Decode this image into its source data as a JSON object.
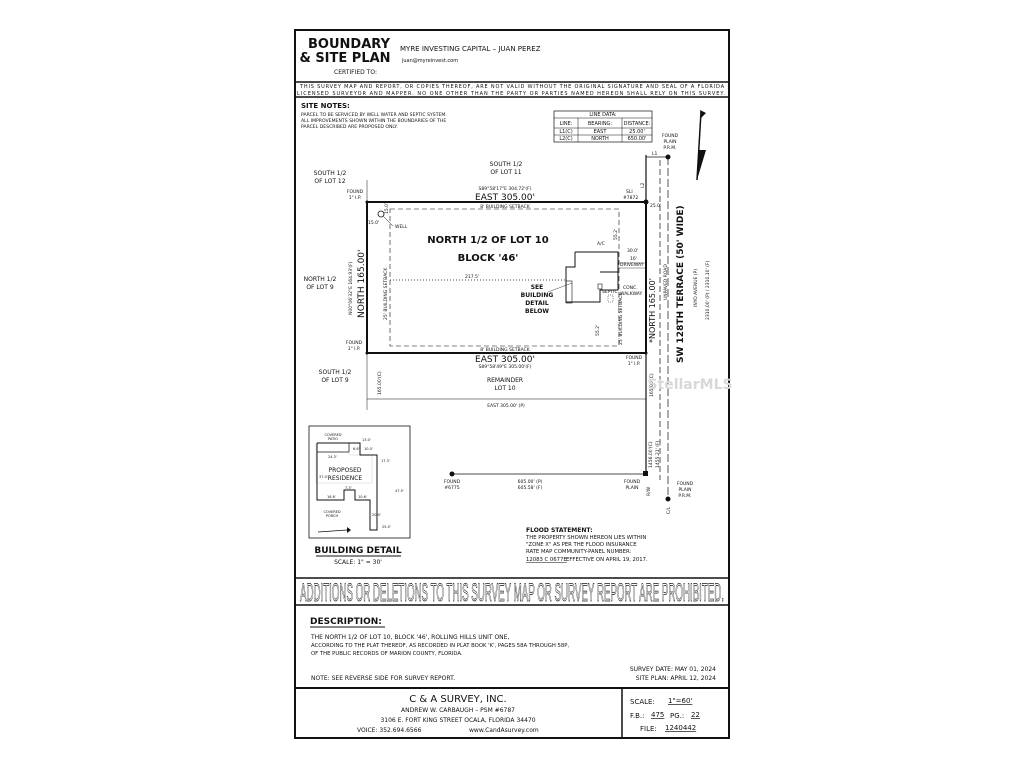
{
  "header": {
    "title_line1": "BOUNDARY",
    "title_line2": "& SITE PLAN",
    "certified_to_label": "CERTIFIED TO:",
    "client": "MYRE INVESTING CAPITAL – JUAN PEREZ",
    "email": "juan@myreinvest.com"
  },
  "disclaimer": {
    "line1": "THIS SURVEY MAP AND REPORT, OR COPIES THEREOF, ARE NOT VALID WITHOUT THE ORIGINAL SIGNATURE AND SEAL OF A FLORIDA",
    "line2": "LICENSED SURVEYOR AND MAPPER. NO ONE OTHER THAN THE PARTY OR PARTIES NAMED HEREON SHALL RELY ON THIS SURVEY."
  },
  "site_notes": {
    "title": "SITE NOTES:",
    "lines": [
      "PARCEL TO BE SERVICED BY WELL WATER AND SEPTIC SYSTEM.",
      "ALL IMPROVEMENTS SHOWN WITHIN THE BOUNDARIES OF THE",
      "PARCEL DESCRIBED ARE PROPOSED ONLY."
    ]
  },
  "line_data": {
    "title": "LINE DATA:",
    "headers": [
      "LINE:",
      "BEARING:",
      "DISTANCE:"
    ],
    "rows": [
      [
        "L1(C)",
        "EAST",
        "25.00'"
      ],
      [
        "L2(C)",
        "NORTH",
        "650.00'"
      ]
    ]
  },
  "plan": {
    "south_lot11": [
      "SOUTH 1/2",
      "OF LOT 11"
    ],
    "south_lot12": [
      "SOUTH 1/2",
      "OF LOT 12"
    ],
    "north_lot9": [
      "NORTH 1/2",
      "OF LOT 9"
    ],
    "south_lot9": [
      "SOUTH 1/2",
      "OF LOT 9"
    ],
    "found_ip": [
      "FOUND",
      "1\" I.P."
    ],
    "top_bearing": "S89°58'17\"E  304.72'(F)",
    "top_dist": "EAST  305.00'",
    "bottom_dist": "EAST  305.00'",
    "bottom_bearing": "S89°58'49\"E  305.00'(F)",
    "setback_8": "8' BUILDING SETBACK",
    "setback_25": "25' BUILDING SETBACK",
    "left_dist": "NORTH  165.00'",
    "left_bearing": "N00°06'32\"E  164.93'(F)",
    "lot_title": "NORTH 1/2 OF LOT 10",
    "block": "BLOCK '46'",
    "well": "WELL",
    "well_dim1": "15.0'",
    "well_dim2": "15.0'",
    "dim_217": "217.5'",
    "see_detail": [
      "SEE",
      "BUILDING",
      "DETAIL",
      "BELOW"
    ],
    "ac": "A/C",
    "dim_55_top": "55.2'",
    "dim_55_bot": "55.2'",
    "dim_30": "30.0'",
    "driveway": [
      "16'",
      "DRIVEWAY"
    ],
    "walkway": [
      "CONC.",
      "WALKWAY"
    ],
    "septic": "SEPTIC",
    "sli": [
      "SLI",
      "#7872"
    ],
    "dim_25": "25.0'",
    "right_dist": "*NORTH  165.00'",
    "unpaved": "UNPAVED ROAD",
    "road": "SW 128TH TERRACE (50' WIDE)",
    "inyo": "INYO AVENUE (P)",
    "road_len": "2310.00' (P) / 2310.10' (F)",
    "l1": "L1",
    "l2": "L2",
    "found_prm_top": [
      "FOUND",
      "PLAIN",
      "P.R.M."
    ],
    "remainder": [
      "REMAINDER",
      "LOT 10"
    ],
    "rem_left": "165.00'(C)",
    "rem_right": "165.00'(C)",
    "rem_bottom": "EAST  305.00' (P)",
    "found_6775": [
      "FOUND",
      "#6775"
    ],
    "dist_605": [
      "605.00' (P)",
      "605.58' (F)"
    ],
    "found_plain": [
      "FOUND",
      "PLAIN"
    ],
    "rw": "R/W",
    "dist_1456": [
      "1456.00'(C)",
      "1455.21' (F)"
    ],
    "found_prm_bot": [
      "FOUND",
      "PLAIN",
      "P.R.M."
    ],
    "cl": "C/L"
  },
  "building_detail": {
    "covered_patio": [
      "COVERED",
      "PATIO"
    ],
    "proposed": [
      "PROPOSED",
      "RESIDENCE"
    ],
    "covered_porch": [
      "COVERED",
      "PORCH"
    ],
    "dims": [
      "13.0'",
      "24.3'",
      "6.6'",
      "10.0'",
      "17.3'",
      "37.0'",
      "47.5'",
      "7.3'",
      "16.6'",
      "10.6'",
      "20.0'",
      "25.0'"
    ],
    "title": "BUILDING DETAIL",
    "scale": "SCALE: 1\" = 30'"
  },
  "flood": {
    "title": "FLOOD STATEMENT:",
    "lines": [
      "THE PROPERTY SHOWN HEREON LIES WITHIN",
      "\"ZONE X\" AS PER THE FLOOD INSURANCE",
      "RATE MAP COMMUNITY-PANEL NUMBER:"
    ],
    "panel": "12083 C 0677E",
    "effective": "EFFECTIVE ON APRIL 19, 2017."
  },
  "banner": "ADDITIONS OR DELETIONS TO THIS SURVEY MAP OR SURVEY REPORT ARE PROHIBITED.",
  "description": {
    "title": "DESCRIPTION:",
    "line1": "THE NORTH 1/2 OF LOT 10, BLOCK '46', ROLLING HILLS UNIT ONE,",
    "line2": "ACCORDING TO THE PLAT THEREOF, AS RECORDED IN PLAT BOOK 'K', PAGES 58A THROUGH 58P,",
    "line3": "OF THE PUBLIC RECORDS OF MARION COUNTY, FLORIDA.",
    "survey_date": "SURVEY DATE: MAY 01, 2024",
    "site_plan_date": "SITE PLAN: APRIL 12, 2024",
    "note": "NOTE:   SEE REVERSE SIDE FOR SURVEY REPORT."
  },
  "footer": {
    "company": "C & A SURVEY, INC.",
    "surveyor": "ANDREW W. CARBAUGH – PSM #6787",
    "address": "3106 E. FORT KING STREET    OCALA, FLORIDA 34470",
    "voice": "VOICE:  352.694.6566",
    "web": "www.CandAsurvey.com",
    "scale_label": "SCALE:",
    "scale": "1\"=60'",
    "fb_label": "F.B.:",
    "fb": "475",
    "pg_label": "PG.:",
    "pg": "22",
    "file_label": "FILE:",
    "file": "1240442"
  },
  "watermark": "StellarMLS",
  "colors": {
    "ink": "#111111",
    "watermark": "#d8d8d8"
  }
}
